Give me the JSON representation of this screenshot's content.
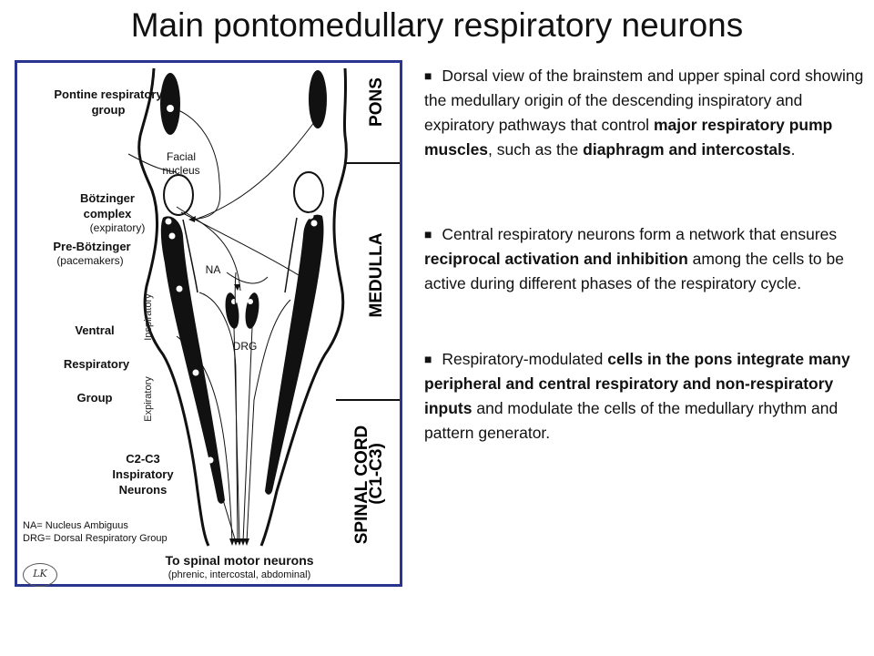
{
  "title": "Main pontomedullary respiratory neurons",
  "figure": {
    "labels": {
      "pontine": "Pontine respiratory group",
      "facial": "Facial nucleus",
      "botzinger": "Bötzinger complex",
      "botzinger_sub": "(expiratory)",
      "prebotzinger": "Pre-Bötzinger",
      "prebotzinger_sub": "(pacemakers)",
      "ventral": "Ventral",
      "respiratory": "Respiratory",
      "group": "Group",
      "inspiratory": "Inspiratory",
      "expiratory": "Expiratory",
      "c2c3": "C2-C3 Inspiratory Neurons",
      "na": "NA",
      "drg": "DRG",
      "na_legend": "NA= Nucleus Ambiguus",
      "drg_legend": "DRG= Dorsal Respiratory Group",
      "motor": "To spinal motor neurons",
      "motor_sub": "(phrenic, intercostal, abdominal)",
      "pons": "PONS",
      "medulla": "MEDULLA",
      "spinal": "SPINAL CORD",
      "spinal_sub": "(C1-C3)",
      "logo": "LK"
    },
    "colors": {
      "frame": "#2a3590",
      "ink": "#111111"
    }
  },
  "points": [
    {
      "bullet": "■",
      "segments": [
        {
          "text": " Dorsal view of the brainstem and upper spinal cord showing the medullary origin of the descending inspiratory and expiratory pathways that control ",
          "bold": false
        },
        {
          "text": "major respiratory pump muscles",
          "bold": true
        },
        {
          "text": ", such as the ",
          "bold": false
        },
        {
          "text": "diaphragm and intercostals",
          "bold": true
        },
        {
          "text": ".",
          "bold": false
        }
      ]
    },
    {
      "bullet": "■",
      "segments": [
        {
          "text": " Central respiratory neurons form a network that ensures ",
          "bold": false
        },
        {
          "text": "reciprocal activation and inhibition",
          "bold": true
        },
        {
          "text": " among the cells to be active during different phases of the respiratory cycle.",
          "bold": false
        }
      ]
    },
    {
      "bullet": "■",
      "segments": [
        {
          "text": "  Respiratory-modulated ",
          "bold": false
        },
        {
          "text": "cells in the pons integrate many peripheral and central respiratory and non-respiratory inputs",
          "bold": true
        },
        {
          "text": " and modulate the cells of the medullary rhythm and pattern generator.",
          "bold": false
        }
      ]
    }
  ]
}
